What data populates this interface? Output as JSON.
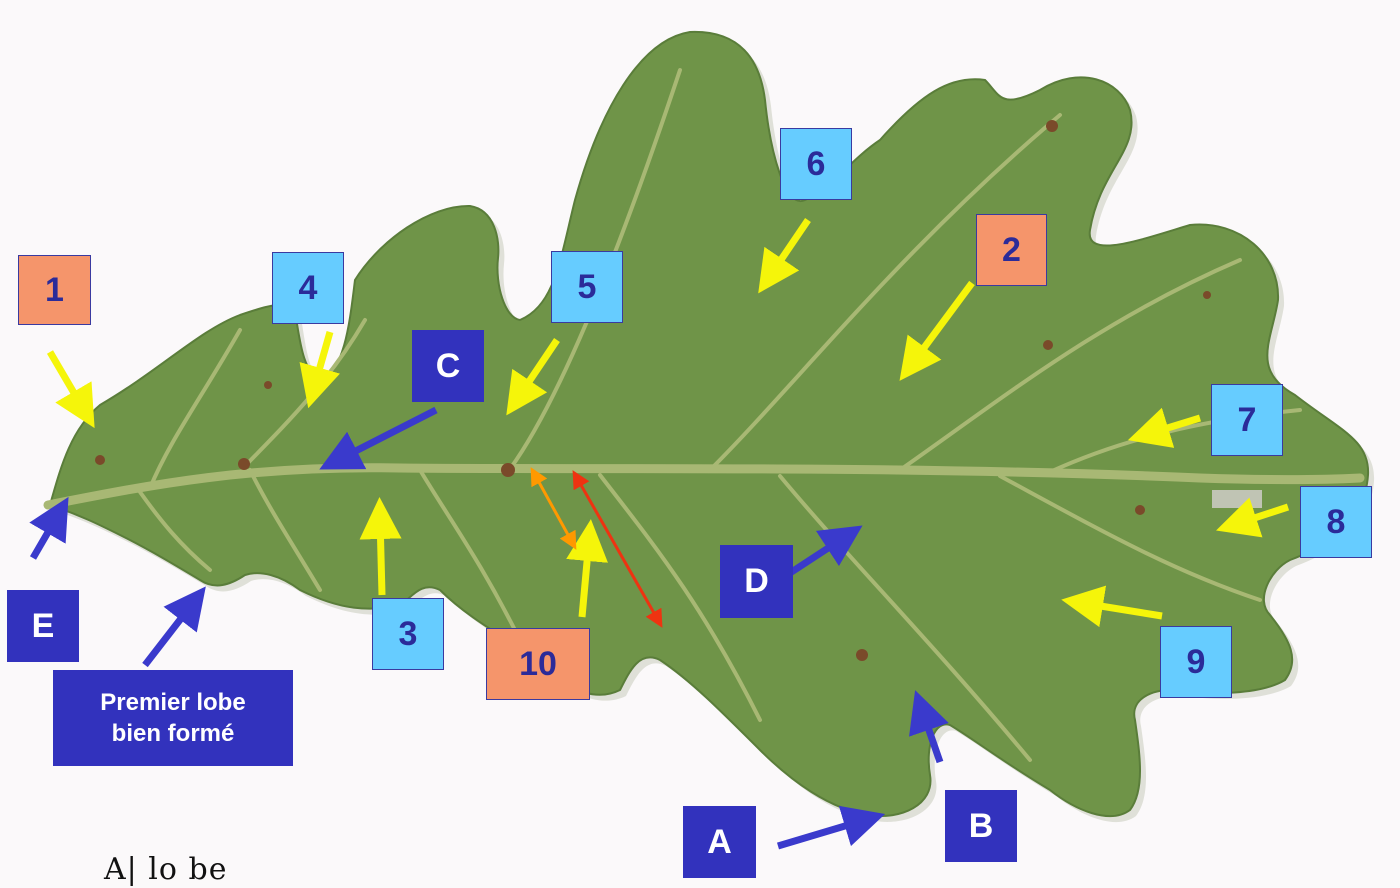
{
  "colors": {
    "background": "#fbf9fa",
    "leaf_fill": "#6f9448",
    "leaf_edge": "#5a7d3a",
    "leaf_shadow": "#dfe0d8",
    "vein": "#a8b874",
    "label_light": "#66ccff",
    "label_salmon": "#f5956b",
    "label_dark": "#3232bd",
    "label_text": "#2b2b99",
    "arrow_yellow": "#f5f50a",
    "arrow_blue": "#3a3acc",
    "arrow_orange": "#ff9900",
    "arrow_red": "#ee3311"
  },
  "labels": {
    "n1": "1",
    "n2": "2",
    "n3": "3",
    "n4": "4",
    "n5": "5",
    "n6": "6",
    "n7": "7",
    "n8": "8",
    "n9": "9",
    "n10": "10",
    "A": "A",
    "B": "B",
    "C": "C",
    "D": "D",
    "E": "E"
  },
  "note": {
    "premier_lobe": "Premier lobe\nbien formé"
  },
  "handwriting": {
    "legend_a": "A| lo be"
  }
}
